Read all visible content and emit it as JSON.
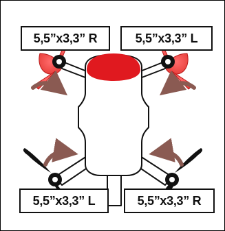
{
  "diagram": {
    "motors": [
      {
        "position": "front-left",
        "label": "5,5”x3,3” R",
        "prop_color": "#e53935",
        "rotation": "clockwise"
      },
      {
        "position": "front-right",
        "label": "5,5”x3,3” L",
        "prop_color": "#e53935",
        "rotation": "counter-clockwise"
      },
      {
        "position": "rear-left",
        "label": "5,5”x3,3” L",
        "prop_color": "#111111",
        "rotation": "counter-clockwise"
      },
      {
        "position": "rear-right",
        "label": "5,5”x3,3” R",
        "prop_color": "#111111",
        "rotation": "clockwise"
      }
    ],
    "colors": {
      "front_props": "#e53935",
      "rear_props": "#111111",
      "canopy": "#e0191f",
      "arrow": "#8a5a52",
      "frame_fill": "#ffffff",
      "outline": "#111111"
    }
  }
}
